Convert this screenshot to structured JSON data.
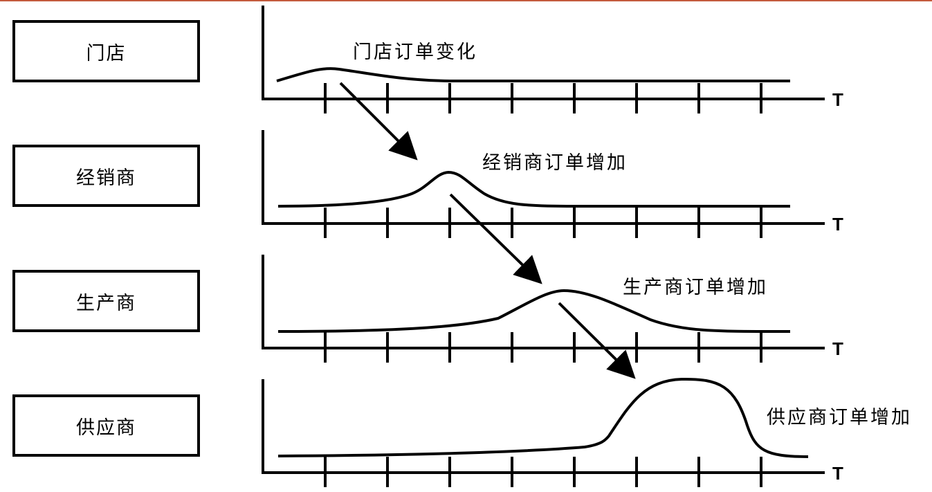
{
  "roles": [
    {
      "name": "门店",
      "caption": "门店订单变化",
      "axis_label": "T"
    },
    {
      "name": "经销商",
      "caption": "经销商订单增加",
      "axis_label": "T"
    },
    {
      "name": "生产商",
      "caption": "生产商订单增加",
      "axis_label": "T"
    },
    {
      "name": "供应商",
      "caption": "供应商订单增加",
      "axis_label": "T"
    }
  ],
  "colors": {
    "line": "#000000",
    "background": "#ffffff",
    "top_rule": "#c45a3c"
  }
}
